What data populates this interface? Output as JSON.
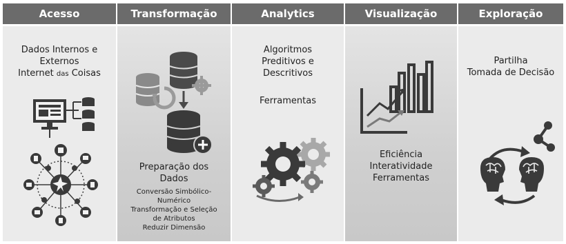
{
  "columns": [
    {
      "header": "Acesso",
      "lines": [
        "Dados Internos e",
        "Externos"
      ],
      "iot_big": "Internet",
      "iot_small": "das",
      "iot_end": "Coisas"
    },
    {
      "header": "Transformação",
      "title_lines": [
        "Preparação dos",
        "Dados"
      ],
      "detail_lines": [
        "Conversão Simbólico-",
        "Numérico",
        "Transformação e Seleção",
        "de Atributos",
        "Reduzir Dimensão"
      ]
    },
    {
      "header": "Analytics",
      "lines": [
        "Algoritmos",
        "Preditivos e",
        "Descritivos"
      ],
      "extra": "Ferramentas"
    },
    {
      "header": "Visualização",
      "lines": [
        "Eficiência",
        "Interatividade",
        "Ferramentas"
      ]
    },
    {
      "header": "Exploração",
      "lines": [
        "Partilha",
        "Tomada de Decisão"
      ]
    }
  ],
  "colors": {
    "header_bg": "#6b6b6b",
    "light_panel": "#ebebeb",
    "dark_panel": "#d0d0d0",
    "icon": "#3a3a3a"
  }
}
